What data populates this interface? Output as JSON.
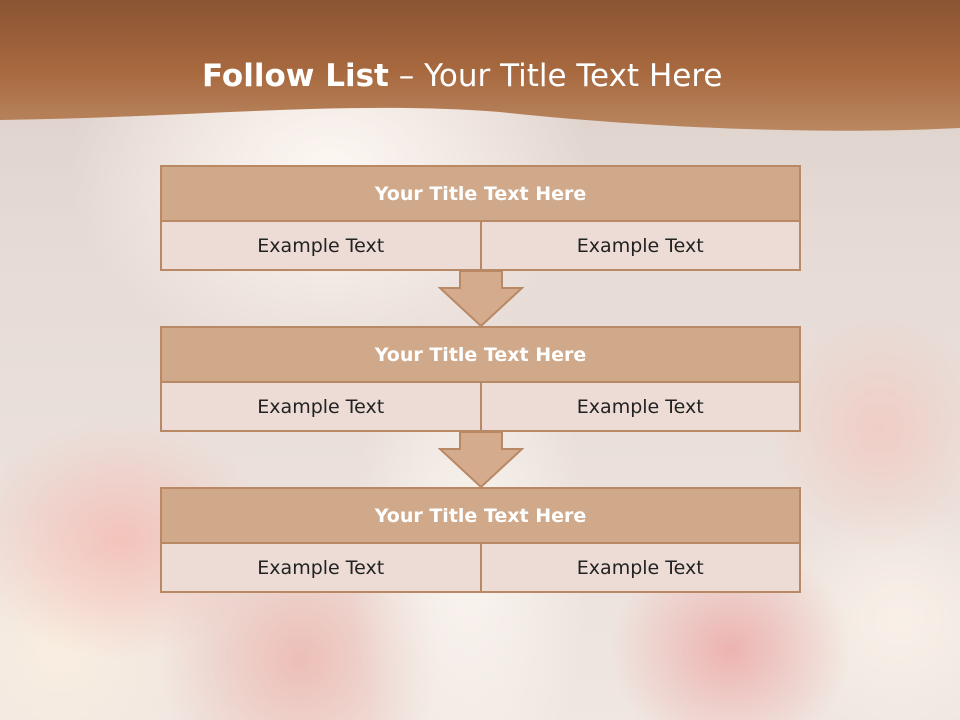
{
  "slide": {
    "title_bold": "Follow List",
    "title_rest": " – Your Title Text Here",
    "blocks": [
      {
        "title": "Your Title Text Here",
        "left": "Example Text",
        "right": "Example Text"
      },
      {
        "title": "Your Title Text Here",
        "left": "Example Text",
        "right": "Example Text"
      },
      {
        "title": "Your Title Text Here",
        "left": "Example Text",
        "right": "Example Text"
      }
    ]
  },
  "colors": {
    "title_band": "#a8643c",
    "block_title_fill": "#d0a98a",
    "cell_fill": "#ecdcd5",
    "border": "#b98865",
    "arrow_fill": "#d4ab8d"
  }
}
